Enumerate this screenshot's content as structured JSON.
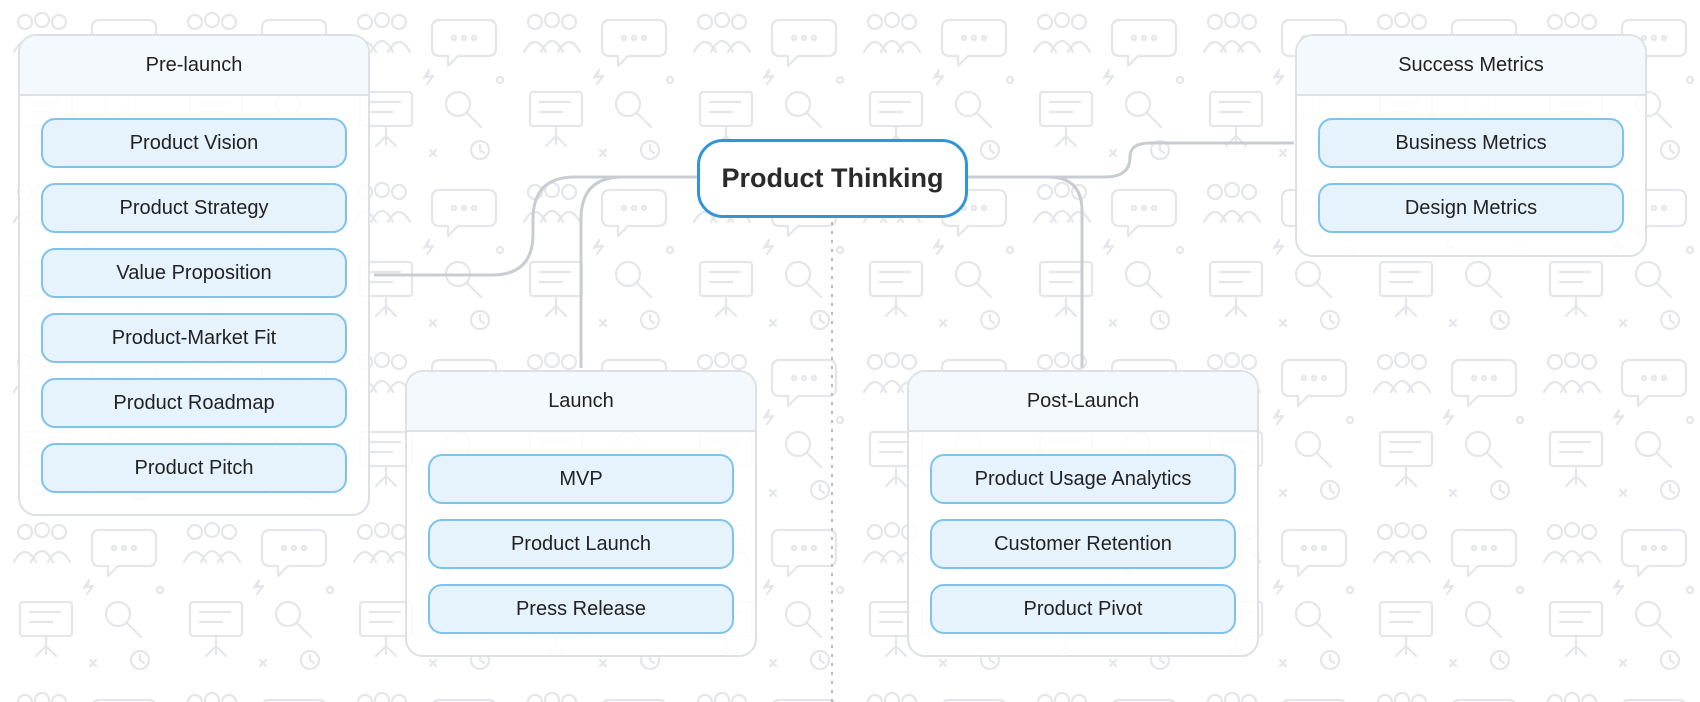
{
  "central_topic": "Product Thinking",
  "groups": {
    "pre_launch": {
      "title": "Pre-launch",
      "items": [
        "Product Vision",
        "Product Strategy",
        "Value Proposition",
        "Product-Market Fit",
        "Product Roadmap",
        "Product Pitch"
      ]
    },
    "launch": {
      "title": "Launch",
      "items": [
        "MVP",
        "Product Launch",
        "Press Release"
      ]
    },
    "post_launch": {
      "title": "Post-Launch",
      "items": [
        "Product Usage Analytics",
        "Customer Retention",
        "Product Pivot"
      ]
    },
    "success_metrics": {
      "title": "Success Metrics",
      "items": [
        "Business Metrics",
        "Design Metrics"
      ]
    }
  },
  "colors": {
    "central_border": "#3295d9",
    "item_fill": "#e6f3fc",
    "item_border": "#7ec2ee",
    "group_border": "#dde1e6",
    "connector": "#c8cdd3",
    "pattern": "#e4e6e9"
  }
}
